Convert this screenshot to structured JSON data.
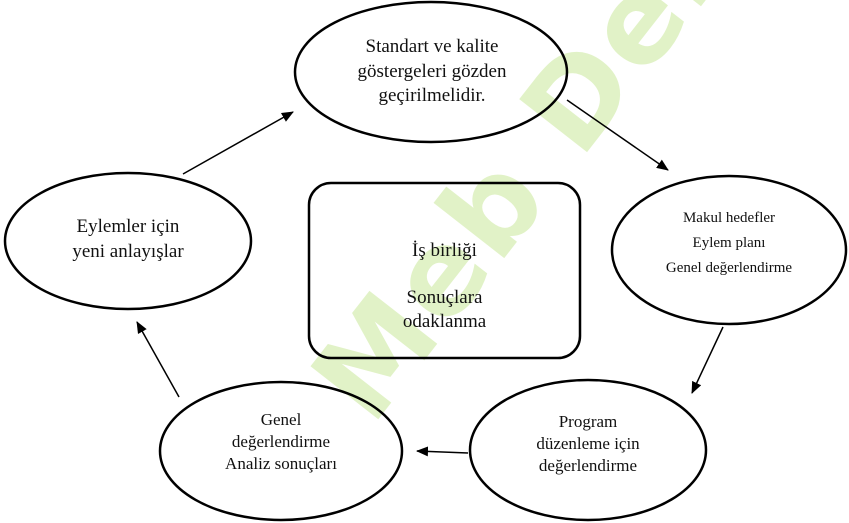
{
  "watermark": {
    "text": "Meb Ders",
    "color": "#b8e07a"
  },
  "diagram": {
    "top_node": [
      "Standart ve kalite",
      "göstergeleri gözden",
      "geçirilmelidir."
    ],
    "right_node": [
      "Makul hedefler",
      "Eylem planı",
      "Genel değerlendirme"
    ],
    "bottom_right_node": [
      "Program",
      "düzenleme için",
      "değerlendirme"
    ],
    "bottom_left_node": [
      "Genel",
      "değerlendirme",
      "Analiz sonuçları"
    ],
    "left_node": [
      "Eylemler için",
      "yeni anlayışlar"
    ],
    "center_box": {
      "line1": "İş birliği",
      "line2": [
        "Sonuçlara",
        "odaklanma"
      ]
    }
  }
}
